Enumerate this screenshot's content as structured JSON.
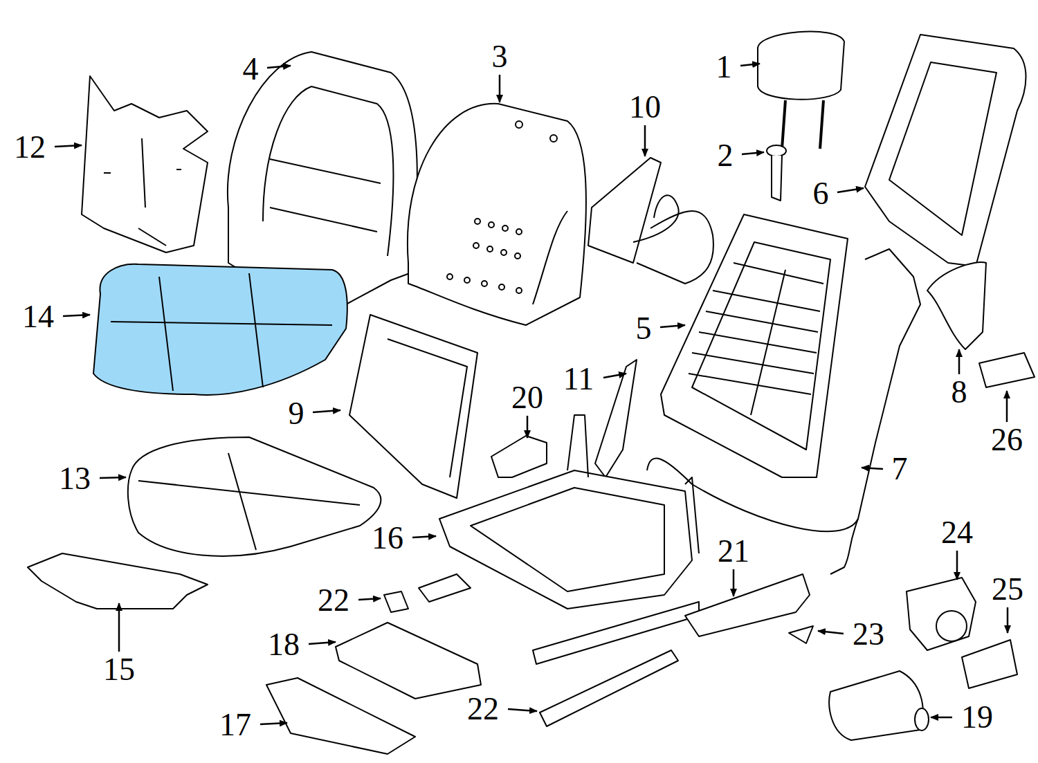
{
  "diagram": {
    "labels": [
      "4",
      "3",
      "1",
      "10",
      "2",
      "12",
      "6",
      "14",
      "5",
      "11",
      "20",
      "8",
      "9",
      "26",
      "7",
      "13",
      "16",
      "24",
      "21",
      "25",
      "22",
      "23",
      "18",
      "15",
      "22",
      "19",
      "17"
    ]
  }
}
